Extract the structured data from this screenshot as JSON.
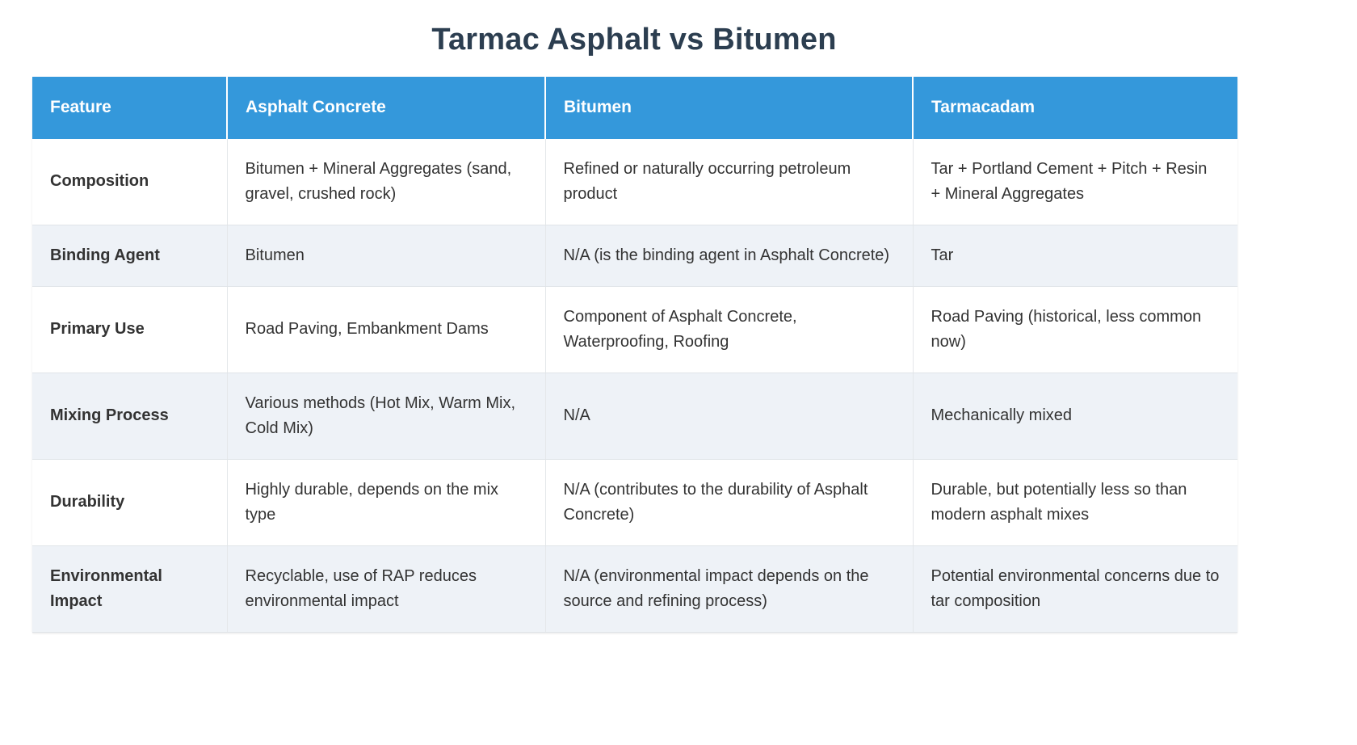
{
  "title": "Tarmac Asphalt vs Bitumen",
  "table": {
    "columns": [
      "Feature",
      "Asphalt Concrete",
      "Bitumen",
      "Tarmacadam"
    ],
    "accent_color": "#3498db",
    "header_text_color": "#ffffff",
    "stripe_color": "#eef2f7",
    "title_color": "#2c3e50",
    "rows": [
      {
        "feature": "Composition",
        "asphalt": "Bitumen + Mineral Aggregates (sand, gravel, crushed rock)",
        "bitumen": "Refined or naturally occurring petroleum product",
        "tarmacadam": "Tar + Portland Cement + Pitch + Resin + Mineral Aggregates"
      },
      {
        "feature": "Binding Agent",
        "asphalt": "Bitumen",
        "bitumen": "N/A (is the binding agent in Asphalt Concrete)",
        "tarmacadam": "Tar"
      },
      {
        "feature": "Primary Use",
        "asphalt": "Road Paving, Embankment Dams",
        "bitumen": "Component of Asphalt Concrete, Waterproofing, Roofing",
        "tarmacadam": "Road Paving (historical, less common now)"
      },
      {
        "feature": "Mixing Process",
        "asphalt": "Various methods (Hot Mix, Warm Mix, Cold Mix)",
        "bitumen": "N/A",
        "tarmacadam": "Mechanically mixed"
      },
      {
        "feature": "Durability",
        "asphalt": "Highly durable, depends on the mix type",
        "bitumen": "N/A (contributes to the durability of Asphalt Concrete)",
        "tarmacadam": "Durable, but potentially less so than modern asphalt mixes"
      },
      {
        "feature": "Environmental Impact",
        "asphalt": "Recyclable, use of RAP reduces environmental impact",
        "bitumen": "N/A (environmental impact depends on the source and refining process)",
        "tarmacadam": "Potential environmental concerns due to tar composition"
      }
    ]
  }
}
